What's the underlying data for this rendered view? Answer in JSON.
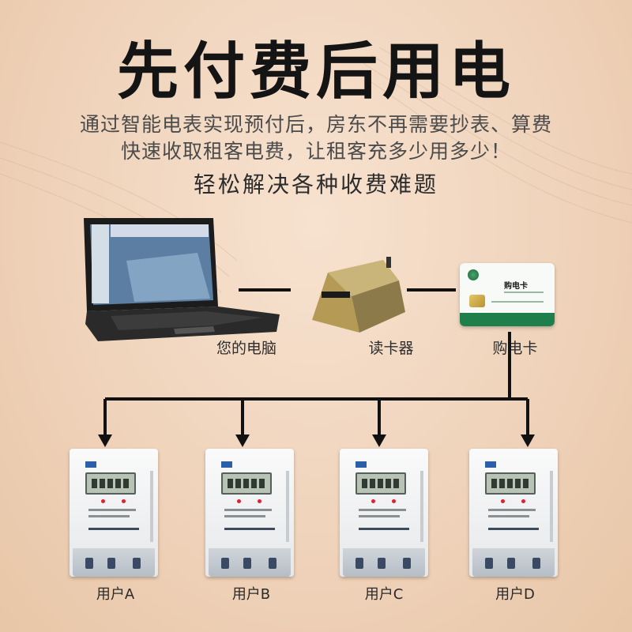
{
  "heading": {
    "title": "先付费后用电",
    "line1": "通过智能电表实现预付后，房东不再需要抄表、算费",
    "line2": "快速收取租客电费，让租客充多少用多少！",
    "tagline": "轻松解决各种收费难题"
  },
  "devices": {
    "computer": "您的电脑",
    "reader": "读卡器",
    "card": "购电卡"
  },
  "card_face": {
    "title": "购电卡"
  },
  "users": [
    {
      "label": "用户A"
    },
    {
      "label": "用户B"
    },
    {
      "label": "用户C"
    },
    {
      "label": "用户D"
    }
  ],
  "colors": {
    "background": "#f1d6bf",
    "connector": "#111111",
    "card_strip": "#1f7f4a"
  }
}
